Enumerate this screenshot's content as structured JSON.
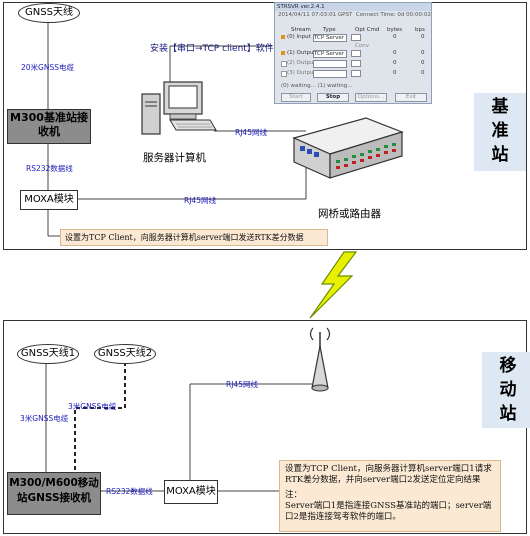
{
  "base_station": {
    "side_label": "基准站",
    "gnss_antenna": "GNSS天线",
    "cable_20m": "20米GNSS电缆",
    "receiver": "M300基准站接收机",
    "rs232": "RS232数据线",
    "moxa": "MOXA模块",
    "rj45_server": "RJ45网线",
    "rj45_moxa": "RJ45网线",
    "install_note": "安装【串口→TCP client】软件",
    "server_label": "服务器计算机",
    "router_label": "网桥或路由器",
    "note": "设置为TCP Client，向服务器计算机server端口发送RTK差分数据"
  },
  "strsvr": {
    "title": "STRSVR ver.2.4.1",
    "status_time": "2014/04/11 07:03:01 GPST",
    "connect_label": "Connect Time:",
    "connect_value": "0d 00:00:02",
    "headers": {
      "stream": "Stream",
      "type": "Type",
      "opt": "Opt Cmd",
      "bytes": "bytes",
      "bps": "bps"
    },
    "rows": [
      {
        "name": "(0) Input",
        "type": "TCP Server",
        "bytes": "0",
        "bps": "0"
      },
      {
        "name": "(1) Output",
        "type": "TCP Server",
        "bytes": "0",
        "bps": "0"
      },
      {
        "name": "(2) Output",
        "type": "",
        "bytes": "0",
        "bps": "0"
      },
      {
        "name": "(3) Output",
        "type": "",
        "bytes": "0",
        "bps": "0"
      }
    ],
    "conv_label": "Conv",
    "waiting": "(0) waiting... (1) waiting...",
    "buttons": {
      "start": "Start",
      "stop": "Stop",
      "options": "Options...",
      "exit": "Exit"
    }
  },
  "mobile_station": {
    "side_label": "移动站",
    "gnss_antenna1": "GNSS天线1",
    "gnss_antenna2": "GNSS天线2",
    "cable1": "3米GNSS电缆",
    "cable2": "3米GNSS电缆",
    "receiver": "M300/M600移动站GNSS接收机",
    "rs232": "RS232数据线",
    "moxa": "MOXA模块",
    "rj45": "RJ45网线",
    "note_line1": "设置为TCP Client，向服务器计算机server端口1请求RTK差分数据，并向server端口2发送定位定向结果",
    "note_line2": "注：",
    "note_line3": "Server端口1是指连接GNSS基准站的端口；server端口2是指连接驾考软件的端口。"
  },
  "colors": {
    "gray_box": "#8c8c8c",
    "blue_text": "#2020c0",
    "side_panel": "#dde8f3",
    "note_bg": "#fbe9d4",
    "lightning": "#e8f000"
  }
}
